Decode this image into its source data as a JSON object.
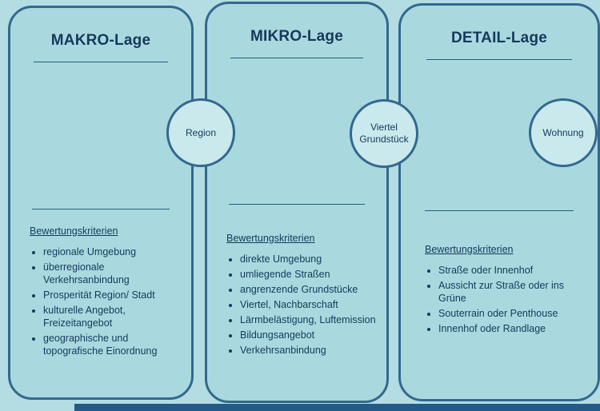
{
  "colors": {
    "background": "#b3dde2",
    "panel_fill": "#a9d9de",
    "panel_border": "#33688f",
    "circle_fill": "#c9e9ec",
    "text": "#16395c",
    "bottom_bar": "#235a88"
  },
  "panels": [
    {
      "title": "MAKRO-Lage",
      "circle_label": "Region",
      "criteria_heading": "Bewertungskriterien",
      "bullets": [
        "regionale Umgebung",
        "überregionale Verkehrsanbindung",
        "Prosperität Region/ Stadt",
        "kulturelle Angebot, Freizeitangebot",
        "geographische und topografische Einordnung"
      ]
    },
    {
      "title": "MIKRO-Lage",
      "circle_label": "Viertel Grundstück",
      "criteria_heading": "Bewertungskriterien",
      "bullets": [
        "direkte Umgebung",
        "umliegende Straßen",
        "angrenzende Grundstücke",
        "Viertel, Nachbarschaft",
        "Lärmbelästigung, Luftemission",
        "Bildungsangebot",
        "Verkehrsanbindung"
      ]
    },
    {
      "title": "DETAIL-Lage",
      "circle_label": "Wohnung",
      "criteria_heading": "Bewertungskriterien",
      "bullets": [
        "Straße oder Innenhof",
        "Aussicht zur Straße oder ins Grüne",
        "Souterrain oder Penthouse",
        "Innenhof oder Randlage"
      ]
    }
  ]
}
